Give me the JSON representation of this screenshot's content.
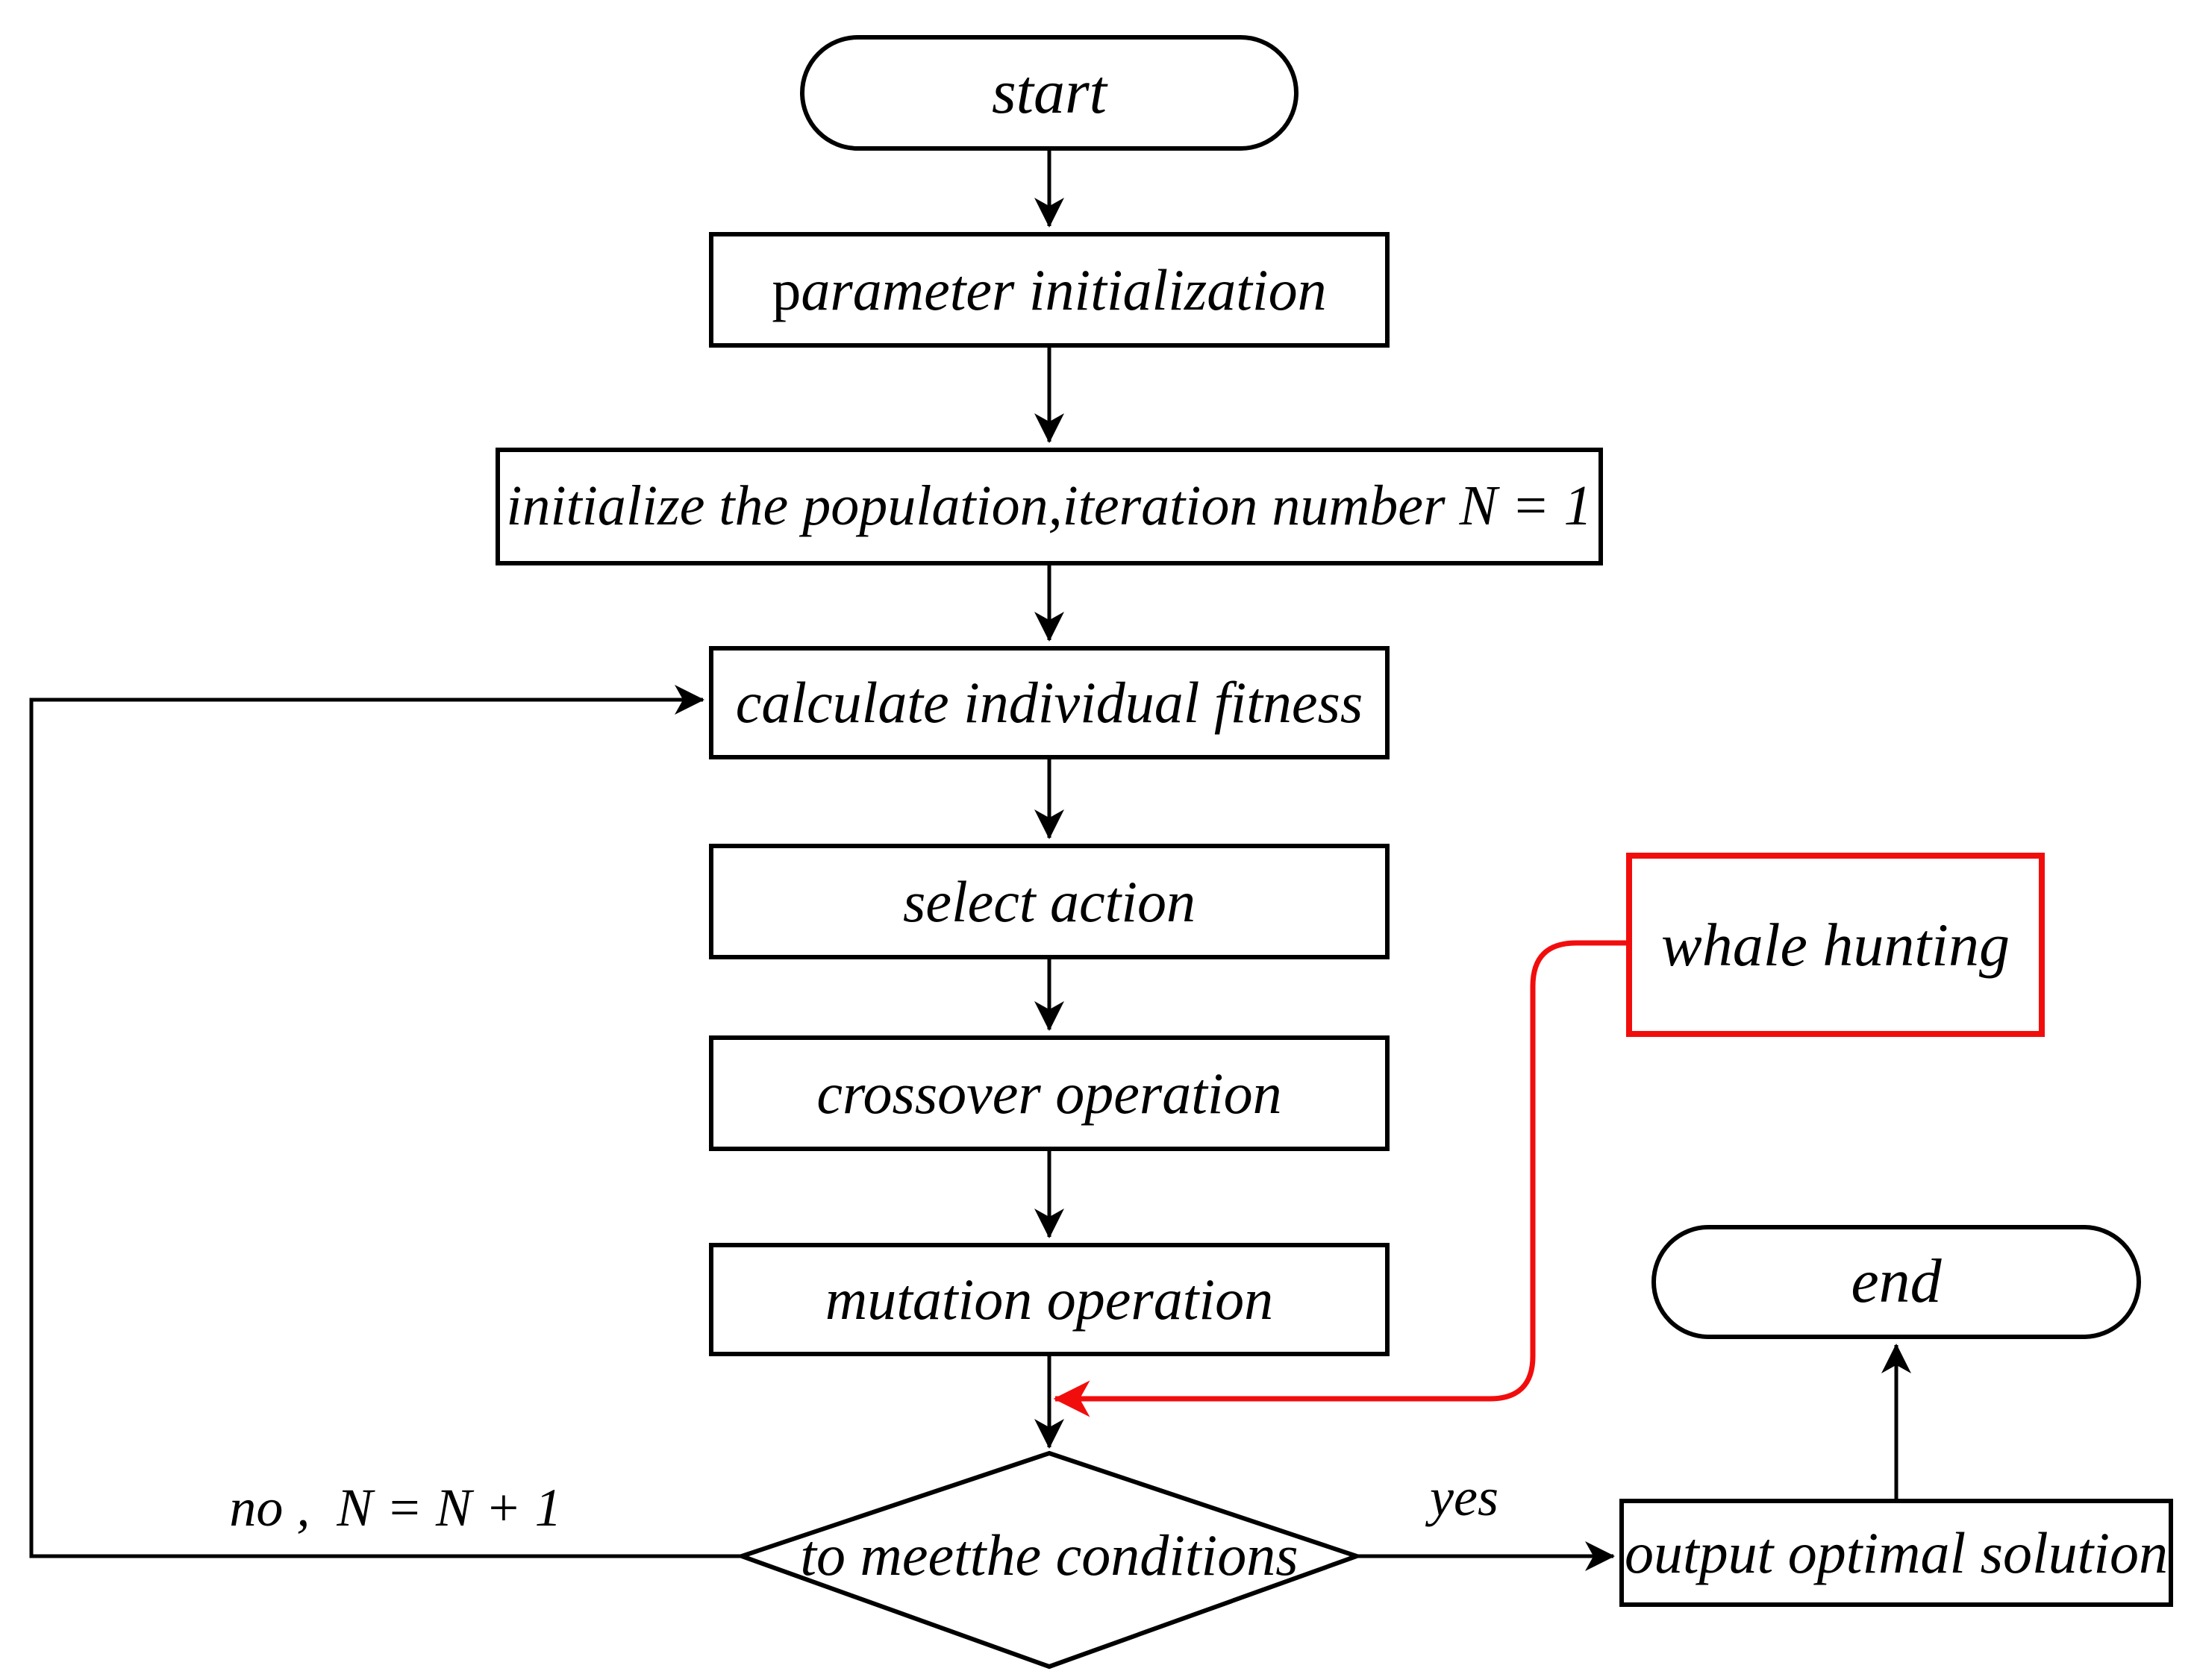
{
  "diagram": {
    "colors": {
      "line": "#000000",
      "highlight_red": "#f20d0d",
      "background": "#ffffff",
      "text": "#000000"
    },
    "nodes": {
      "start": {
        "label": "start",
        "shape": "terminator"
      },
      "parameter_initialization": {
        "label": "parameter initialization",
        "shape": "process"
      },
      "initialize_population": {
        "label": "initialize the population,iteration number N = 1",
        "shape": "process"
      },
      "calculate_fitness": {
        "label": "calculate individual fitness",
        "shape": "process"
      },
      "select_action": {
        "label": "select action",
        "shape": "process"
      },
      "crossover_operation": {
        "label": "crossover operation",
        "shape": "process"
      },
      "mutation_operation": {
        "label": "mutation operation",
        "shape": "process"
      },
      "condition": {
        "label": "to meetthe conditions",
        "shape": "decision"
      },
      "whale_hunting": {
        "label": "whale hunting",
        "shape": "callout"
      },
      "output_solution": {
        "label": "output optimal solution",
        "shape": "process"
      },
      "end": {
        "label": "end",
        "shape": "terminator"
      }
    },
    "edge_labels": {
      "no_branch": "no ,  N = N + 1",
      "yes_branch": "yes"
    },
    "edges": [
      {
        "from": "start",
        "to": "parameter_initialization"
      },
      {
        "from": "parameter_initialization",
        "to": "initialize_population"
      },
      {
        "from": "initialize_population",
        "to": "calculate_fitness"
      },
      {
        "from": "calculate_fitness",
        "to": "select_action"
      },
      {
        "from": "select_action",
        "to": "crossover_operation"
      },
      {
        "from": "crossover_operation",
        "to": "mutation_operation"
      },
      {
        "from": "mutation_operation",
        "to": "condition"
      },
      {
        "from": "condition",
        "to": "calculate_fitness",
        "label": "no ,  N = N + 1"
      },
      {
        "from": "condition",
        "to": "output_solution",
        "label": "yes"
      },
      {
        "from": "output_solution",
        "to": "end"
      },
      {
        "from": "whale_hunting",
        "to": "mutation_operation-condition-junction",
        "color": "#f20d0d"
      }
    ]
  }
}
